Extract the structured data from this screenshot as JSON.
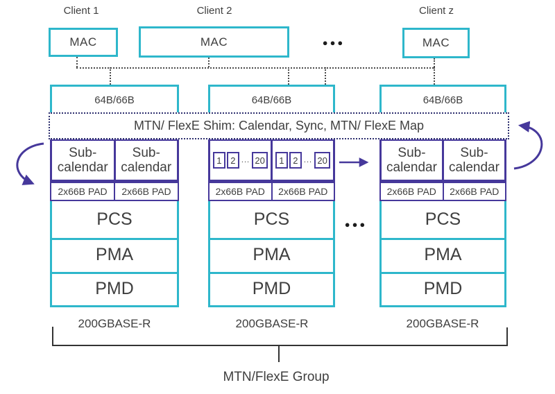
{
  "clients": [
    {
      "label": "Client 1",
      "mac": "MAC"
    },
    {
      "label": "Client 2",
      "mac": "MAC"
    },
    {
      "label": "Client z",
      "mac": "MAC"
    }
  ],
  "client_ellipsis": "●●●",
  "stack_ellipsis": "●●●",
  "shim": {
    "label": "MTN/ FlexE Shim: Calendar, Sync, MTN/ FlexE Map"
  },
  "stacks": [
    {
      "encoding": "64B/66B",
      "subcalendar_line1": "Sub-",
      "subcalendar_line2": "calendar",
      "pad": "2x66B PAD",
      "layers": {
        "pcs": "PCS",
        "pma": "PMA",
        "pmd": "PMD"
      },
      "phy_label": "200GBASE-R"
    },
    {
      "encoding": "64B/66B",
      "slots": {
        "s1": "1",
        "s2": "2",
        "dots": "...",
        "s20": "20"
      },
      "pad": "2x66B PAD",
      "layers": {
        "pcs": "PCS",
        "pma": "PMA",
        "pmd": "PMD"
      },
      "phy_label": "200GBASE-R"
    },
    {
      "encoding": "64B/66B",
      "subcalendar_line1": "Sub-",
      "subcalendar_line2": "calendar",
      "pad": "2x66B PAD",
      "layers": {
        "pcs": "PCS",
        "pma": "PMA",
        "pmd": "PMD"
      },
      "phy_label": "200GBASE-R"
    }
  ],
  "group_label": "MTN/FlexE Group",
  "colors": {
    "cyan_border": "#2eb7cb",
    "purple": "#46389b",
    "shim_border": "#2d2f6e",
    "connector_dots": "#4a4a4a",
    "text": "#3f3f3f",
    "bracket": "#333333"
  }
}
